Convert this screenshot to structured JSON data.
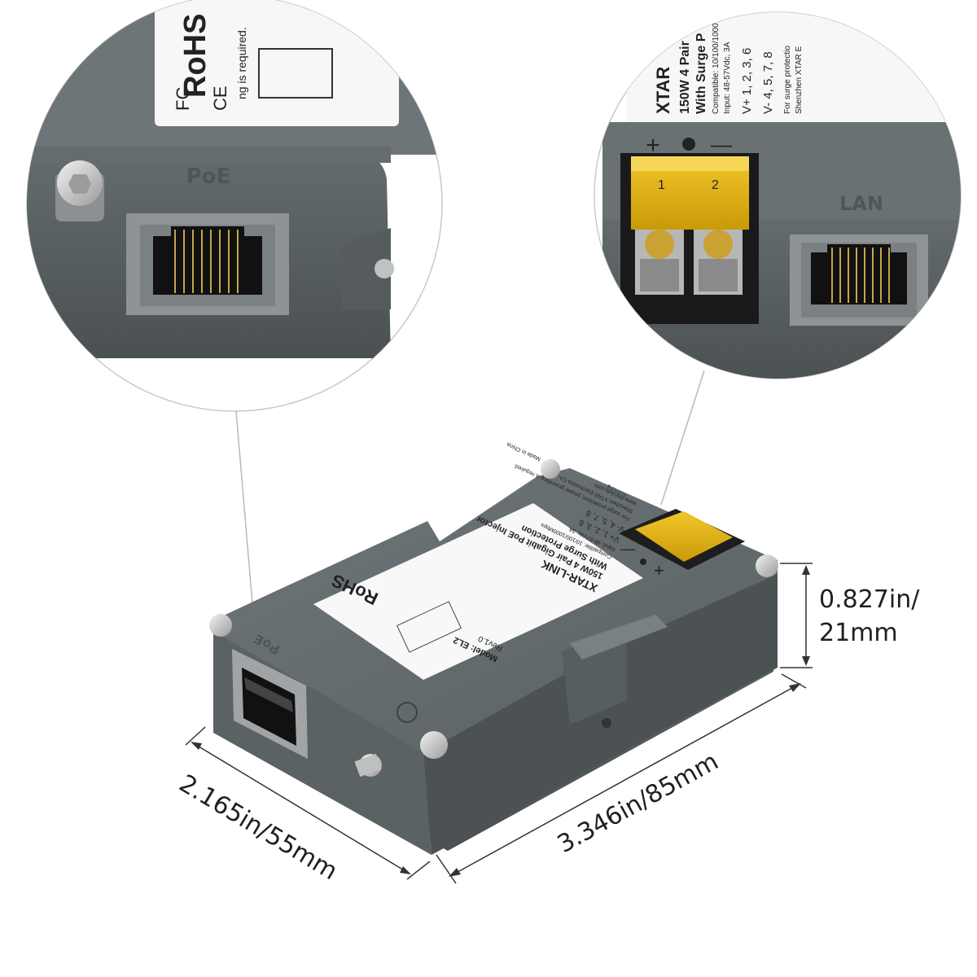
{
  "colors": {
    "housing": "#5f6668",
    "housing_light": "#747b7d",
    "housing_dark": "#4a5052",
    "port_frame": "#8e9395",
    "terminal_yellow": "#e8b514",
    "dimension_line": "#333333"
  },
  "zoom_left": {
    "port_label": "PoE",
    "logos": "RoHS",
    "fcc": "FC",
    "ce": "CE",
    "note": "ng is required."
  },
  "zoom_right": {
    "port_label": "LAN",
    "brand": "XTAR",
    "product_line1": "150W 4 Pair",
    "product_line2": "With Surge P",
    "compat": "Compatible: 10/100/1000",
    "input": "Input: 48-57Vdc, 3A",
    "vplus": "V+ 1, 2, 3, 6",
    "vminus": "V- 4, 5, 7, 8",
    "surge": "For surge protectio",
    "maker": "Shenzhen XTAR E",
    "term_1": "1",
    "term_2": "2",
    "plus": "+",
    "minus": "—"
  },
  "device": {
    "brand": "XTAR-LINK",
    "title": "150W 4 Pair Gigabit PoE Injector",
    "subtitle": "With Surge Protection",
    "compat": "Compatible: 10/100/1000Mbps",
    "input": "Input: 48-57Vdc, 3A",
    "vplus": "V+ 1, 2, 3, 6",
    "vminus": "V- 4, 5, 7, 8",
    "surge": "For surge protection, proper grounding is required.",
    "maker": "Shenzhen XTAR Electronics Co., Ltd.",
    "url": "www.xtar-link.com",
    "made": "Made in China",
    "model": "Model: EL2",
    "rev": "Rev1.0",
    "rohs": "RoHS",
    "poe_label": "PoE",
    "lan_label": "LAN",
    "plus": "+",
    "minus": "—"
  },
  "dimensions": {
    "height_line1": "0.827in/",
    "height_line2": "21mm",
    "length": "3.346in/85mm",
    "width": "2.165in/55mm"
  }
}
